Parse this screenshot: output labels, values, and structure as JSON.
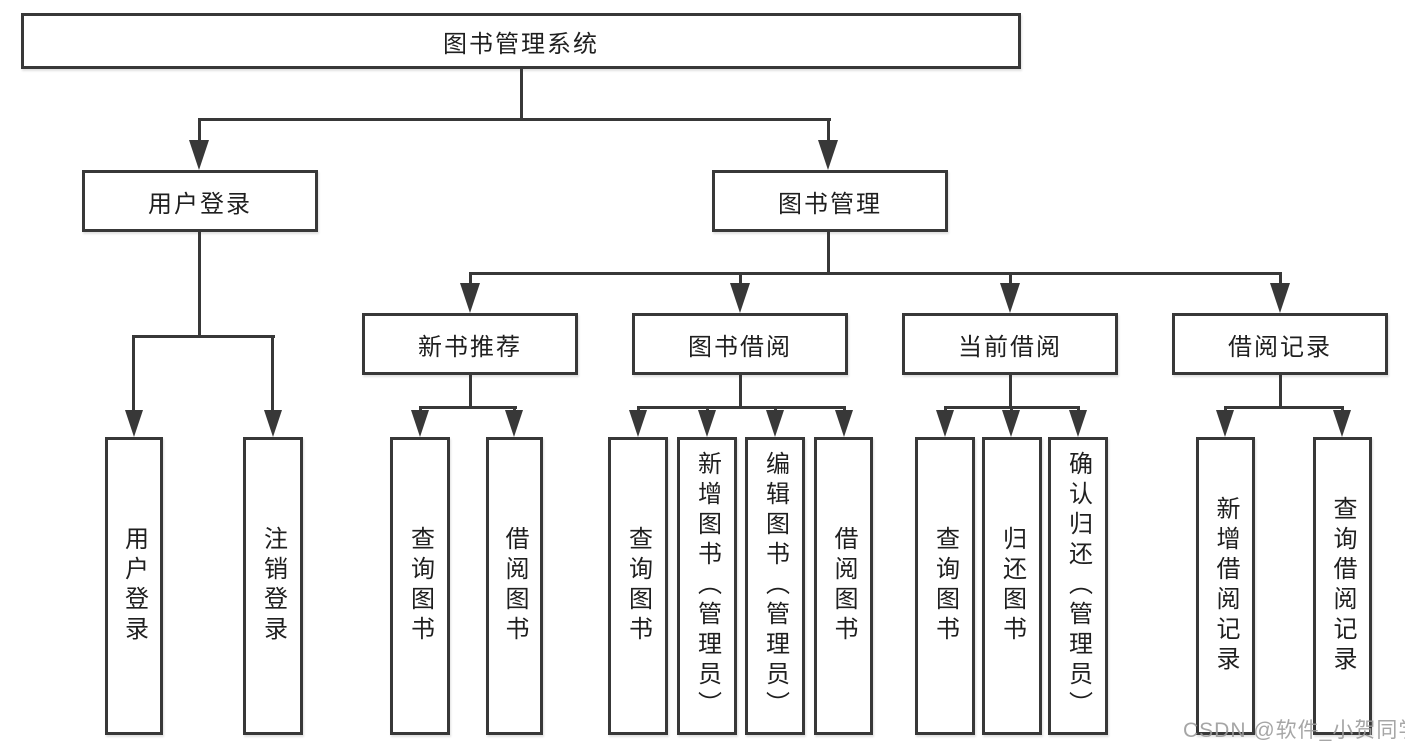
{
  "colors": {
    "line": "#383838",
    "text": "#1f1f1f",
    "box_fill": "#ffffff",
    "background": "#ffffff",
    "watermark": "#9d9d9d"
  },
  "diagram": {
    "type": "hierarchy-tree",
    "root": {
      "label": "图书管理系统"
    },
    "level2": [
      {
        "label": "用户登录"
      },
      {
        "label": "图书管理"
      }
    ],
    "level3": [
      {
        "label": "新书推荐"
      },
      {
        "label": "图书借阅"
      },
      {
        "label": "当前借阅"
      },
      {
        "label": "借阅记录"
      }
    ],
    "leaves": {
      "user_login": [
        "用户登录",
        "注销登录"
      ],
      "new_book_recommend": [
        "查询图书",
        "借阅图书"
      ],
      "book_borrow": [
        "查询图书",
        "新增图书（管理员）",
        "编辑图书（管理员）",
        "借阅图书"
      ],
      "current_borrow": [
        "查询图书",
        "归还图书",
        "确认归还（管理员）"
      ],
      "borrow_records": [
        "新增借阅记录",
        "查询借阅记录"
      ]
    }
  },
  "watermark": {
    "text": "CSDN @软件_小贺同学"
  }
}
